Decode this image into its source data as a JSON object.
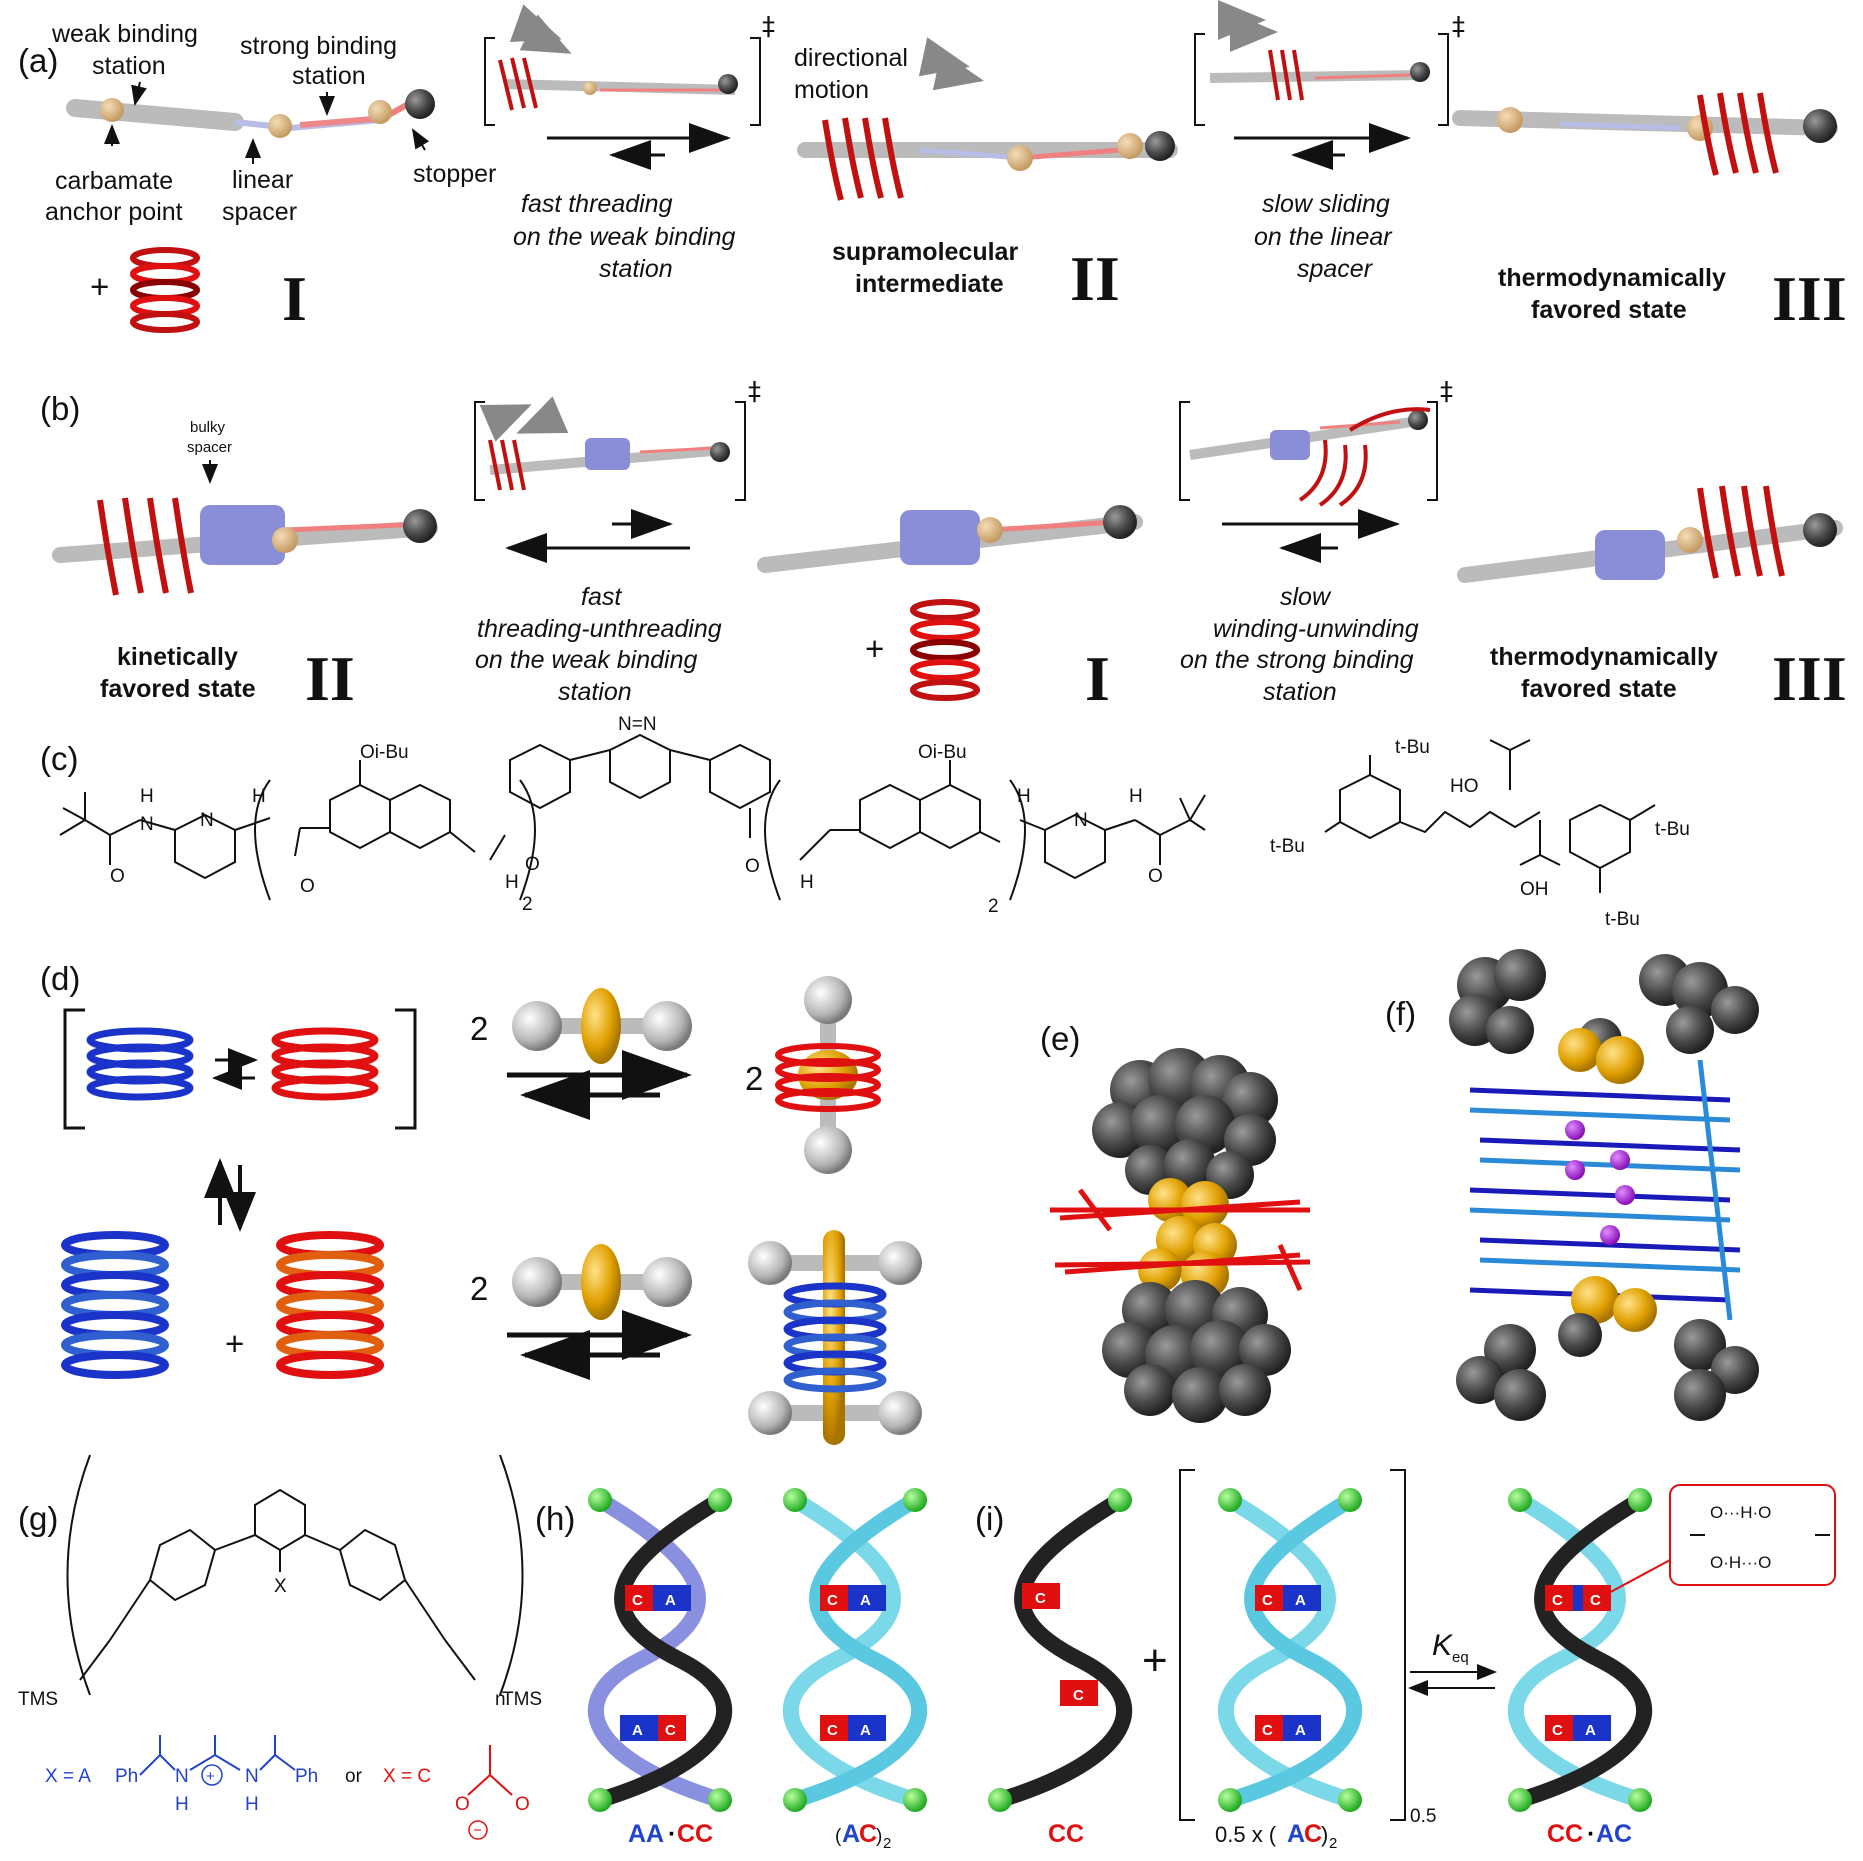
{
  "panels": {
    "a": "(a)",
    "b": "(b)",
    "c": "(c)",
    "d": "(d)",
    "e": "(e)",
    "f": "(f)",
    "g": "(g)",
    "h": "(h)",
    "i": "(i)"
  },
  "panel_a": {
    "weak_binding_1": "weak binding",
    "weak_binding_2": "station",
    "strong_binding_1": "strong binding",
    "strong_binding_2": "station",
    "carbamate_1": "carbamate",
    "carbamate_2": "anchor point",
    "linear_1": "linear",
    "linear_2": "spacer",
    "stopper": "stopper",
    "plus": "+",
    "roman_1": "I",
    "fast_1": "fast threading",
    "fast_2": "on the weak binding",
    "fast_3": "station",
    "directional_1": "directional",
    "directional_2": "motion",
    "supra_1": "supramolecular",
    "supra_2": "intermediate",
    "roman_2": "II",
    "slow_1": "slow sliding",
    "slow_2": "on the linear",
    "slow_3": "spacer",
    "thermo_1": "thermodynamically",
    "thermo_2": "favored state",
    "roman_3": "III",
    "ts": "‡"
  },
  "panel_b": {
    "bulky_1": "bulky",
    "bulky_2": "spacer",
    "kin_1": "kinetically",
    "kin_2": "favored state",
    "roman_2": "II",
    "fast_1": "fast",
    "fast_2": "threading-unthreading",
    "fast_3": "on the weak binding",
    "fast_4": "station",
    "plus": "+",
    "roman_1": "I",
    "slow_1": "slow",
    "slow_2": "winding-unwinding",
    "slow_3": "on the strong binding",
    "slow_4": "station",
    "thermo_1": "thermodynamically",
    "thermo_2": "favored state",
    "roman_3": "III",
    "ts": "‡"
  },
  "panel_c": {
    "oibu": "Oi-Bu",
    "h": "H",
    "n": "N",
    "o": "O",
    "sub2": "2",
    "nn": "N=N",
    "tbu": "t-Bu",
    "ho": "HO",
    "oh": "OH"
  },
  "panel_d": {
    "two": "2"
  },
  "panel_g": {
    "tms": "TMS",
    "x": "X",
    "n": "n",
    "xa": "X = A",
    "ph": "Ph",
    "n_atom": "N",
    "h_atom": "H",
    "or": "or",
    "xc": "X = C",
    "o_atom": "O"
  },
  "panel_h": {
    "c": "C",
    "a": "A",
    "label1_a": "AA",
    "label1_dot": "·",
    "label1_c": "CC",
    "label2_open": "(",
    "label2_a": "A",
    "label2_c": "C",
    "label2_close": ")",
    "label2_sub": "2"
  },
  "panel_i": {
    "c": "C",
    "a": "A",
    "plus": "+",
    "cc_label": "CC",
    "half_label": "0.5 x (",
    "half_a": "A",
    "half_c": "C",
    "half_close": ")",
    "half_sub": "2",
    "bracket_sub": "0.5",
    "keq": "K",
    "keq_sub": "eq",
    "final_cc": "CC",
    "final_dot": "·",
    "final_ac": "AC",
    "inset_top": "O···H·O",
    "inset_bot": "O·H···O"
  }
}
